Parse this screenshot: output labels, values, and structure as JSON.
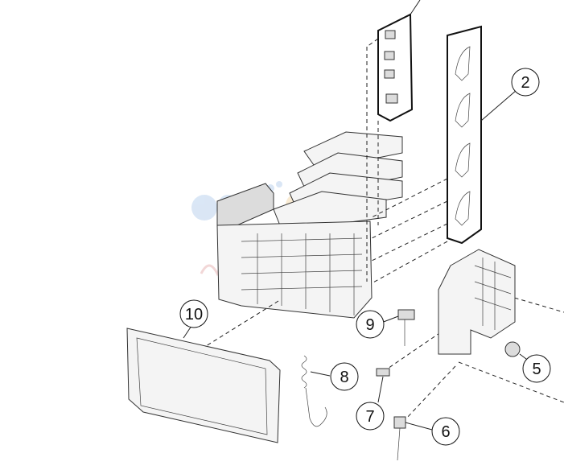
{
  "callouts": [
    {
      "id": "2",
      "label": "2"
    },
    {
      "id": "5",
      "label": "5"
    },
    {
      "id": "6",
      "label": "6"
    },
    {
      "id": "7",
      "label": "7"
    },
    {
      "id": "8",
      "label": "8"
    },
    {
      "id": "9",
      "label": "9"
    },
    {
      "id": "10",
      "label": "10"
    }
  ],
  "watermark": {
    "colors": [
      "#bcd3ee",
      "#f5dcb0",
      "#e9b7b7"
    ]
  }
}
